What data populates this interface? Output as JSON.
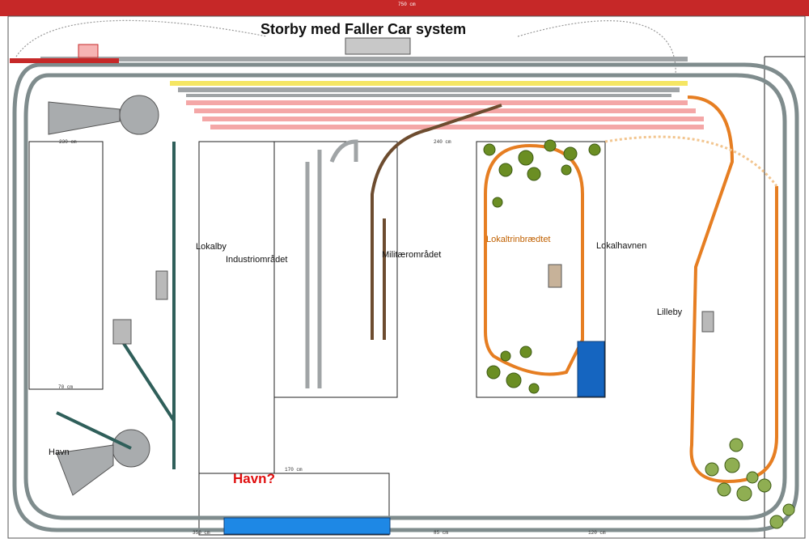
{
  "title": "Storby med Faller Car system",
  "labels": {
    "lokalby": "Lokalby",
    "industri": "Industriområdet",
    "militaer": "Militærområdet",
    "lokaltrin": "Lokaltrinbrædtet",
    "lokalhavnen": "Lokalhavnen",
    "lilleby": "Lilleby",
    "havn_q": "Havn?",
    "havn_partial": "Havn"
  },
  "dimensions": {
    "top": "750 cm",
    "bottom_left": "350 cm",
    "bottom_mid": "85 cm",
    "bottom_right": "120 cm",
    "havn_width": "170 cm",
    "panel_a": "70 cm",
    "left_inner": "230 cm",
    "mid": "240 cm"
  },
  "colors": {
    "track": "#7f8c8d",
    "roof_red": "#c62828",
    "faller_orange": "#e67e22",
    "water": "#1565c0",
    "yard_pink": "#f4a7a7",
    "yard_yellow": "#f5e663",
    "brown_track": "#6d4c2f",
    "teal_track": "#2f5f5a",
    "tree_green": "#6b8e23"
  }
}
